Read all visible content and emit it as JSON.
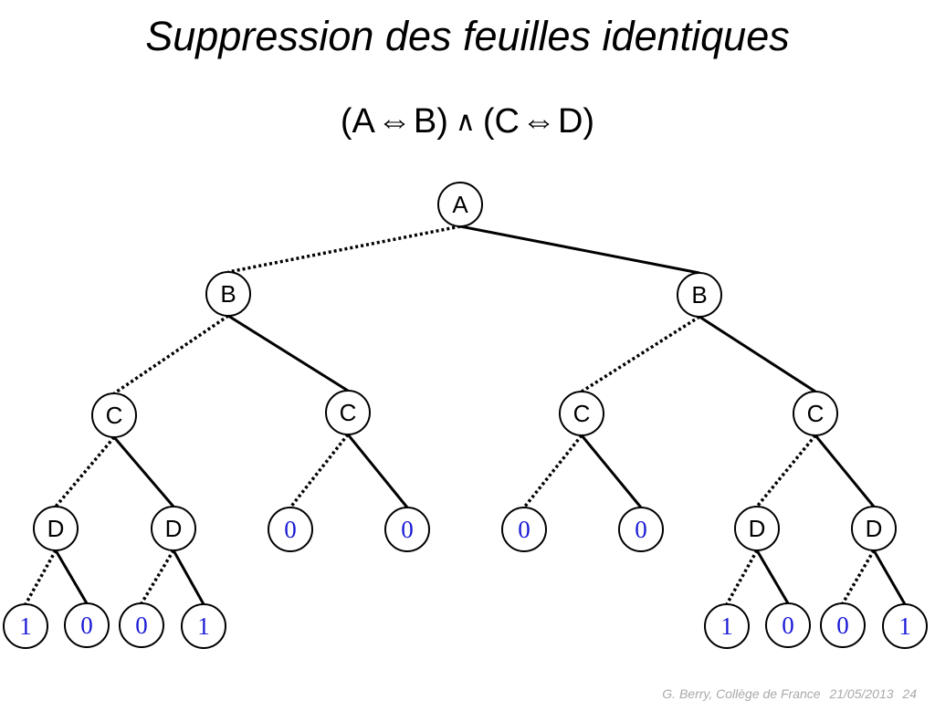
{
  "title": "Suppression des feuilles identiques",
  "formula": {
    "open1": "(A",
    "equiv1": "⇔",
    "mid1": "B)",
    "and": "∧",
    "open2": "(C",
    "equiv2": "⇔",
    "mid2": "D)"
  },
  "footer": {
    "author": "G. Berry, Collège de France",
    "date": "21/05/2013",
    "page": "24"
  },
  "colors": {
    "leaf_text": "#1a1ad6",
    "footer_text": "#a9a9a9"
  },
  "tree": {
    "nodes": [
      {
        "id": "A",
        "label": "A",
        "kind": "var"
      },
      {
        "id": "B1",
        "label": "B",
        "kind": "var"
      },
      {
        "id": "B2",
        "label": "B",
        "kind": "var"
      },
      {
        "id": "C1",
        "label": "C",
        "kind": "var"
      },
      {
        "id": "C2",
        "label": "C",
        "kind": "var"
      },
      {
        "id": "C3",
        "label": "C",
        "kind": "var"
      },
      {
        "id": "C4",
        "label": "C",
        "kind": "var"
      },
      {
        "id": "D1",
        "label": "D",
        "kind": "var"
      },
      {
        "id": "D2",
        "label": "D",
        "kind": "var"
      },
      {
        "id": "L3",
        "label": "0",
        "kind": "leaf"
      },
      {
        "id": "L4",
        "label": "0",
        "kind": "leaf"
      },
      {
        "id": "L5",
        "label": "0",
        "kind": "leaf"
      },
      {
        "id": "L6",
        "label": "0",
        "kind": "leaf"
      },
      {
        "id": "D3",
        "label": "D",
        "kind": "var"
      },
      {
        "id": "D4",
        "label": "D",
        "kind": "var"
      },
      {
        "id": "L1a",
        "label": "1",
        "kind": "leaf"
      },
      {
        "id": "L1b",
        "label": "0",
        "kind": "leaf"
      },
      {
        "id": "L2a",
        "label": "0",
        "kind": "leaf"
      },
      {
        "id": "L2b",
        "label": "1",
        "kind": "leaf"
      },
      {
        "id": "L7a",
        "label": "1",
        "kind": "leaf"
      },
      {
        "id": "L7b",
        "label": "0",
        "kind": "leaf"
      },
      {
        "id": "L8a",
        "label": "0",
        "kind": "leaf"
      },
      {
        "id": "L8b",
        "label": "1",
        "kind": "leaf"
      }
    ],
    "edges": [
      {
        "from": "A",
        "to": "B1",
        "style": "dotted"
      },
      {
        "from": "A",
        "to": "B2",
        "style": "solid"
      },
      {
        "from": "B1",
        "to": "C1",
        "style": "dotted"
      },
      {
        "from": "B1",
        "to": "C2",
        "style": "solid"
      },
      {
        "from": "B2",
        "to": "C3",
        "style": "dotted"
      },
      {
        "from": "B2",
        "to": "C4",
        "style": "solid"
      },
      {
        "from": "C1",
        "to": "D1",
        "style": "dotted"
      },
      {
        "from": "C1",
        "to": "D2",
        "style": "solid"
      },
      {
        "from": "C2",
        "to": "L3",
        "style": "dotted"
      },
      {
        "from": "C2",
        "to": "L4",
        "style": "solid"
      },
      {
        "from": "C3",
        "to": "L5",
        "style": "dotted"
      },
      {
        "from": "C3",
        "to": "L6",
        "style": "solid"
      },
      {
        "from": "C4",
        "to": "D3",
        "style": "dotted"
      },
      {
        "from": "C4",
        "to": "D4",
        "style": "solid"
      },
      {
        "from": "D1",
        "to": "L1a",
        "style": "dotted"
      },
      {
        "from": "D1",
        "to": "L1b",
        "style": "solid"
      },
      {
        "from": "D2",
        "to": "L2a",
        "style": "dotted"
      },
      {
        "from": "D2",
        "to": "L2b",
        "style": "solid"
      },
      {
        "from": "D3",
        "to": "L7a",
        "style": "dotted"
      },
      {
        "from": "D3",
        "to": "L7b",
        "style": "solid"
      },
      {
        "from": "D4",
        "to": "L8a",
        "style": "dotted"
      },
      {
        "from": "D4",
        "to": "L8b",
        "style": "solid"
      }
    ]
  }
}
